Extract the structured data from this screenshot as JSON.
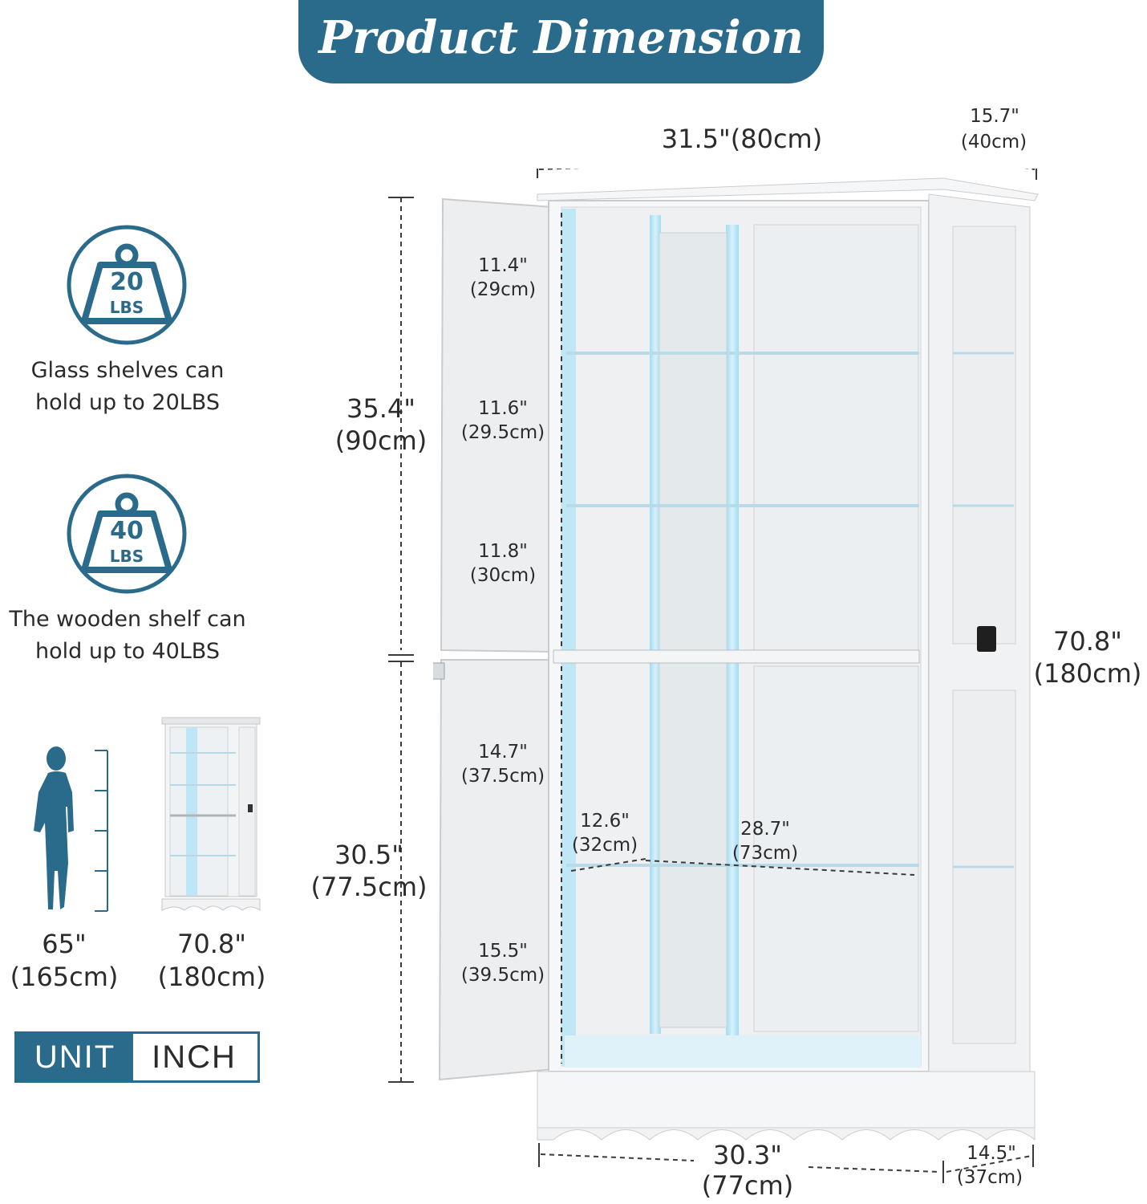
{
  "banner": {
    "title": "Product Dimension"
  },
  "left_panel": {
    "badge_20": {
      "num": "20",
      "unit": "LBS",
      "caption_line1": "Glass shelves can",
      "caption_line2": "hold up to 20LBS"
    },
    "badge_40": {
      "num": "40",
      "unit": "LBS",
      "caption_line1": "The wooden shelf can",
      "caption_line2": "hold up to 40LBS"
    },
    "person_height": {
      "in": "65\"",
      "cm": "(165cm)"
    },
    "cabinet_height": {
      "in": "70.8\"",
      "cm": "(180cm)"
    },
    "unit": {
      "label": "UNIT",
      "value": "INCH"
    }
  },
  "dimensions": {
    "width_top": "31.5\"(80cm)",
    "depth_top": {
      "in": "15.7\"",
      "cm": "(40cm)"
    },
    "height_total": {
      "in": "70.8\"",
      "cm": "(180cm)"
    },
    "upper_section": {
      "in": "35.4\"",
      "cm": "(90cm)"
    },
    "lower_section": {
      "in": "30.5\"",
      "cm": "(77.5cm)"
    },
    "shelf_1": {
      "in": "11.4\"",
      "cm": "(29cm)"
    },
    "shelf_2": {
      "in": "11.6\"",
      "cm": "(29.5cm)"
    },
    "shelf_3": {
      "in": "11.8\"",
      "cm": "(30cm)"
    },
    "shelf_4": {
      "in": "14.7\"",
      "cm": "(37.5cm)"
    },
    "shelf_5": {
      "in": "15.5\"",
      "cm": "(39.5cm)"
    },
    "shelf_depth": {
      "in": "12.6\"",
      "cm": "(32cm)"
    },
    "shelf_width": {
      "in": "28.7\"",
      "cm": "(73cm)"
    },
    "width_bottom": {
      "in": "30.3\"",
      "cm": "(77cm)"
    },
    "depth_bottom": {
      "in": "14.5\"",
      "cm": "(37cm)"
    }
  },
  "colors": {
    "brand": "#2a6a8a",
    "led": "#8fd8f0",
    "cabinet": "#f4f5f6"
  }
}
